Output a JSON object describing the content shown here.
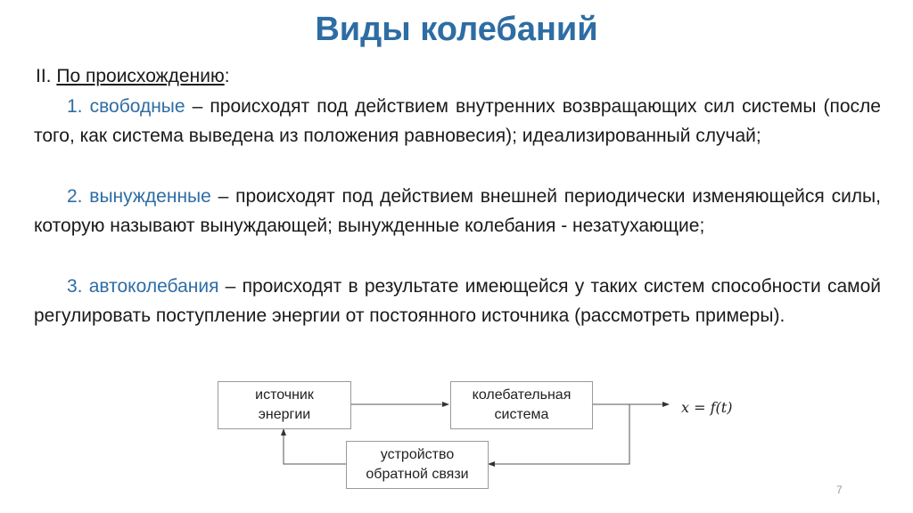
{
  "title": "Виды колебаний",
  "section": {
    "number": "II.",
    "heading": "По происхождению",
    "colon": ":"
  },
  "items": [
    {
      "num": "1.",
      "term": "свободные",
      "text": " – происходят под действием внутренних возвращающих сил системы (после того, как система выведена из положения равновесия); идеализированный случай;"
    },
    {
      "num": "2.",
      "term": "вынужденные",
      "text": " – происходят под действием внешней периодически изменяющейся силы, которую называют вынуждающей; вынужденные колебания - незатухающие;"
    },
    {
      "num": "3.",
      "term": "автоколебания",
      "text": " – происходят в результате имеющейся у таких систем способности самой регулировать поступление энергии от постоянного источника (рассмотреть примеры)."
    }
  ],
  "diagram": {
    "source_line1": "источник",
    "source_line2": "энергии",
    "osc_line1": "колебательная",
    "osc_line2": "система",
    "fb_line1": "устройство",
    "fb_line2": "обратной связи",
    "output": "x = f(t)"
  },
  "page_number": "7",
  "colors": {
    "accent": "#2e6da4",
    "text": "#1a1a1a",
    "box_border": "#9a9a9a"
  }
}
